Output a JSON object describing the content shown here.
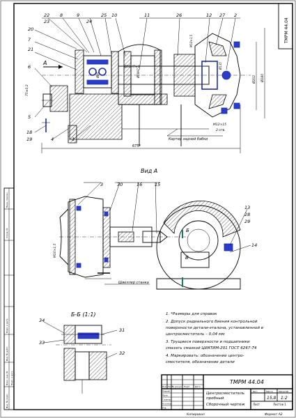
{
  "drawing": {
    "doc_code": "ТМРМ 44.04",
    "stamp_code": "ТМРМ 44.04",
    "title_lines": [
      "Центросместитель",
      "пробный",
      "Сборочный чертеж"
    ],
    "lit": "",
    "mass": "15,8",
    "scale": "1:2",
    "sheet_label": "Лист",
    "sheets_label": "Листов 1",
    "copied": "Копировал",
    "format": "Формат   А2"
  },
  "views": {
    "view_a_title": "Вид А",
    "section_bb_title": "Б-Б (1:1)",
    "arrow_a": "А",
    "section_b1": "Б",
    "section_b2": "Б"
  },
  "labels": {
    "top": [
      "22",
      "23",
      "8",
      "9",
      "24",
      "25",
      "10",
      "11",
      "26",
      "12",
      "27",
      "2"
    ],
    "left": [
      "20",
      "7",
      "21",
      "6",
      "5",
      "18",
      "19",
      "4",
      "1"
    ],
    "view_a": [
      "3",
      "30",
      "16",
      "15",
      "13",
      "28",
      "29",
      "14"
    ],
    "section": [
      "34",
      "31",
      "33",
      "32"
    ]
  },
  "dimensions": {
    "d_left": "75±0,2",
    "d_bore": "Ø50Н7/к6",
    "d_inner": "Ø60Н7",
    "d_pitch": "Ø202",
    "d_outer": "Ø180",
    "thread": "М12×15",
    "holes": "2 отв.",
    "width_675": "675*",
    "bolt_m": "М10×1,5",
    "small1": "Ø85",
    "small2": "Ø135"
  },
  "annotations": {
    "housing": "Картер задней бабки",
    "channel": "Швеллер станка"
  },
  "notes": [
    "1. *Размеры для справок",
    "2. Допуск радиального биения контрольной",
    "поверхности детали-эталона, установленной в",
    "центросместитель – 0,04 мм",
    "3.  Трущиеся поверхности и подшипники",
    "смазать смазкой ЦИАТИМ-201 ГОСТ 6267-74",
    "4. Маркировать: обозначение центро-",
    "сместителя, обозначение детали"
  ],
  "title_block_rows": [
    "Изм.",
    "Лист",
    "№ докум.",
    "Подп.",
    "Дата",
    "Разраб.",
    "Пров.",
    "Т.контр.",
    "Н.контр.",
    "Утв."
  ],
  "title_block_cols": [
    "Лит.",
    "Масса",
    "Масштаб"
  ],
  "side_strip": [
    "Перв. примен.",
    "Справ. №",
    "Подп. и дата",
    "Инв. № дубл.",
    "Взам. инв. №",
    "Подп. и дата",
    "Инв. № подл."
  ]
}
